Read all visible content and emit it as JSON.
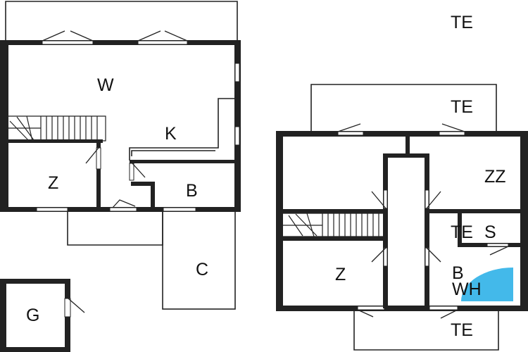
{
  "labels": {
    "ground": {
      "living": "W",
      "kitchen": "K",
      "room": "Z",
      "bath": "B",
      "carport": "C",
      "garage": "G"
    },
    "upper": {
      "terrace_top": "TE",
      "terrace_mid": "TE",
      "terrace_bottom": "TE",
      "living_upper": "ZZ",
      "sauna_te": "TE",
      "sauna_s": "S",
      "room": "Z",
      "bath": "B",
      "whirlpool": "WH"
    }
  },
  "colors": {
    "wall": "#222222",
    "whirlpool": "#43b9ea",
    "background": "#ffffff"
  }
}
